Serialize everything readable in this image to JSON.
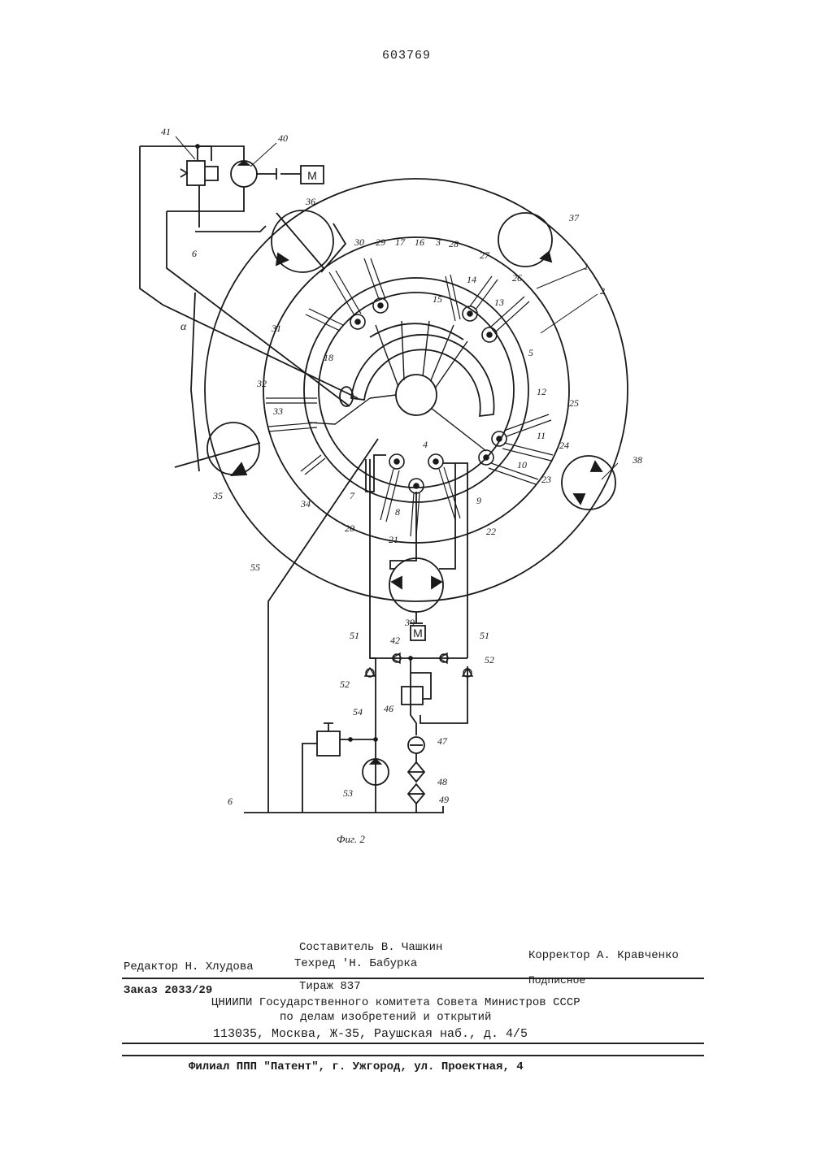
{
  "patent_number": "603769",
  "figure_caption": "Фиг. 2",
  "labels": {
    "l1": "1",
    "l2": "2",
    "l3": "3",
    "l4": "4",
    "l5": "5",
    "l6a": "6",
    "l6b": "6",
    "l7": "7",
    "l8": "8",
    "l9": "9",
    "l10": "10",
    "l11": "11",
    "l12": "12",
    "l13": "13",
    "l14": "14",
    "l15": "15",
    "l16": "16",
    "l17": "17",
    "l18": "18",
    "l20": "20",
    "l21": "21",
    "l22": "22",
    "l23": "23",
    "l24": "24",
    "l25": "25",
    "l26": "26",
    "l27": "27",
    "l28": "28",
    "l29": "29",
    "l30": "30",
    "l31": "31",
    "l32": "32",
    "l33": "33",
    "l34": "34",
    "l35": "35",
    "l36": "36",
    "l37": "37",
    "l38": "38",
    "l39": "39",
    "l40": "40",
    "l41": "41",
    "l42": "42",
    "l46": "46",
    "l47": "47",
    "l48": "48",
    "l49": "49",
    "l51a": "51",
    "l51b": "51",
    "l52a": "52",
    "l52b": "52",
    "l53": "53",
    "l54": "54",
    "l55": "55",
    "alpha": "α",
    "motor_top": "M",
    "motor_bottom": "M"
  },
  "imprint": {
    "compiler": "Составитель В. Чашкин",
    "editor": "Редактор   Н. Хлудова",
    "techred": "Техред 'Н. Бабурка",
    "corrector": "Корректор А. Кравченко",
    "order": "Заказ 2033/29",
    "circulation": "Тираж 837",
    "subscription": "Подписное",
    "org_line1": "ЦНИИПИ Государственного комитета Совета Министров СССР",
    "org_line2": "по делам изобретений и открытий",
    "address": "113035, Москва, Ж-35, Раушская наб., д. 4/5",
    "branch": "Филиал ППП \"Патент\", г. Ужгород, ул. Проектная, 4"
  }
}
